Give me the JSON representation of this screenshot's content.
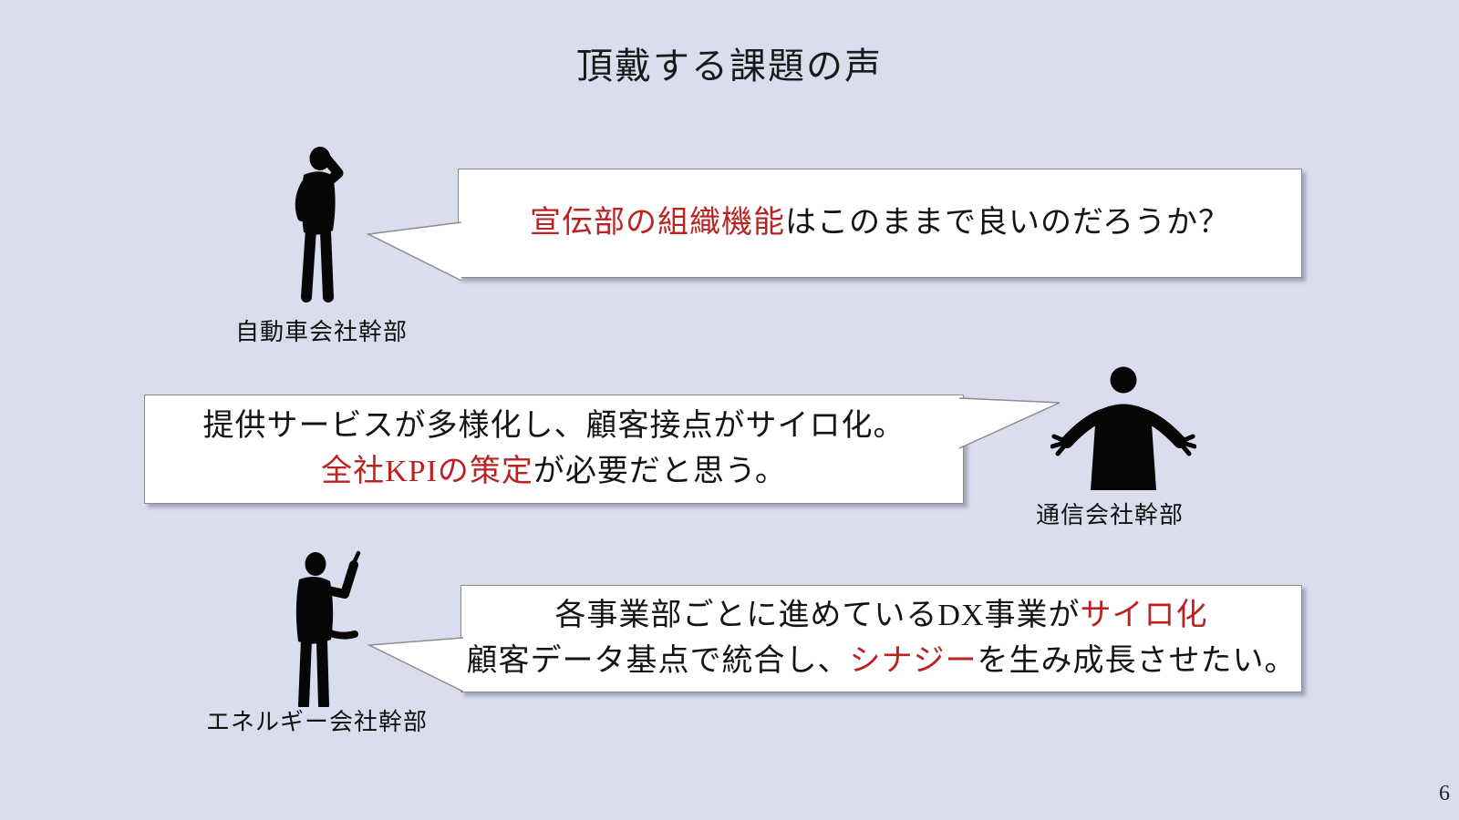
{
  "slide": {
    "title": "頂戴する課題の声",
    "page_number": "6",
    "colors": {
      "background": "#D9DDEE",
      "bubble_fill": "#FFFFFF",
      "bubble_border": "#8C8C8C",
      "accent_red": "#BB2222",
      "text": "#141414"
    },
    "quotes": [
      {
        "speaker": "自動車会社幹部",
        "icon": "executive-thinking-silhouette",
        "tail_direction": "left",
        "lines": [
          [
            {
              "t": "宣伝部の組織機能",
              "red": true
            },
            {
              "t": "はこのままで良いのだろうか？"
            }
          ]
        ]
      },
      {
        "speaker": "通信会社幹部",
        "icon": "executive-open-arms-silhouette",
        "tail_direction": "right",
        "lines": [
          [
            {
              "t": "提供サービスが多様化し、顧客接点がサイロ化。"
            }
          ],
          [
            {
              "t": "全社KPIの策定",
              "red": true
            },
            {
              "t": "が必要だと思う。"
            }
          ]
        ]
      },
      {
        "speaker": "エネルギー会社幹部",
        "icon": "executive-pointing-up-silhouette",
        "tail_direction": "left",
        "lines": [
          [
            {
              "t": "各事業部ごとに進めているDX事業が"
            },
            {
              "t": "サイロ化",
              "red": true
            }
          ],
          [
            {
              "t": "顧客データ基点で統合し、"
            },
            {
              "t": "シナジー",
              "red": true
            },
            {
              "t": "を生み成長させたい。"
            }
          ]
        ]
      }
    ]
  }
}
